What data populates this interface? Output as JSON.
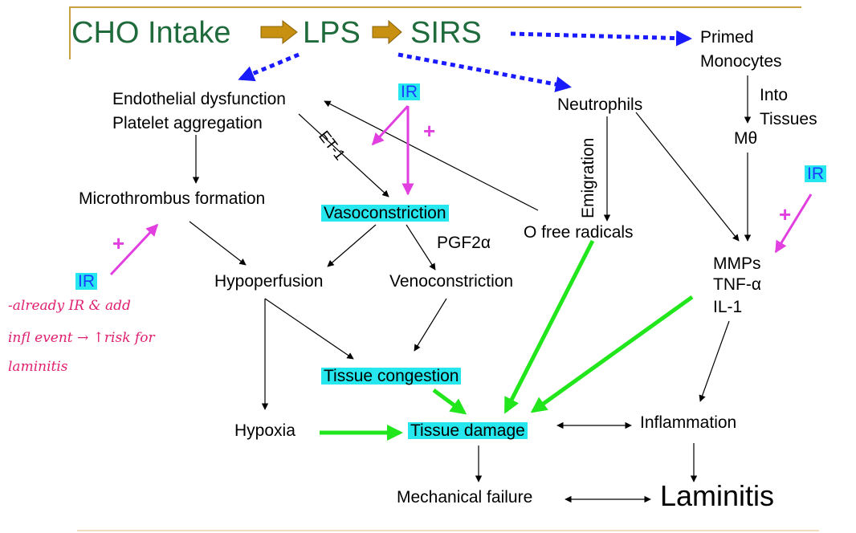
{
  "title_flow": {
    "cho_intake": "CHO Intake",
    "lps": "LPS",
    "sirs": "SIRS"
  },
  "nodes": {
    "primed_monocytes_1": "Primed",
    "primed_monocytes_2": "Monocytes",
    "into_tissues_1": "Into",
    "into_tissues_2": "Tissues",
    "macrophage": "Mθ",
    "endothelial": "Endothelial dysfunction",
    "platelet": "Platelet aggregation",
    "ir_top": "IR",
    "plus_top": "+",
    "et1": "ET-1",
    "neutrophils": "Neutrophils",
    "emigration": "Emigration",
    "ir_right": "IR",
    "plus_right": "+",
    "microthrombus": "Microthrombus formation",
    "vasoconstriction": "Vasoconstriction",
    "o_free_radicals": "O free radicals",
    "pgf2a": "PGF2α",
    "ir_left": "IR",
    "plus_left": "+",
    "mmps": "MMPs",
    "tnf": "TNF-α",
    "il1": "IL-1",
    "hypoperfusion": "Hypoperfusion",
    "venoconstriction": "Venoconstriction",
    "tissue_congestion": "Tissue congestion",
    "hypoxia": "Hypoxia",
    "tissue_damage": "Tissue damage",
    "inflammation": "Inflammation",
    "mechanical_failure": "Mechanical failure",
    "laminitis": "Laminitis"
  },
  "handwritten_note": [
    "-already IR & add",
    "infl event → ↑risk for",
    "laminitis"
  ],
  "colors": {
    "title_green": "#1f6b3c",
    "title_arrow": "#c89010",
    "highlight": "#26e6ee",
    "ir_blue": "#1a3cff",
    "magenta": "#e23fe0",
    "green_arrow": "#22e61c",
    "blue_dotted": "#1a1aff",
    "gold_rule": "#c8a040",
    "footer_rule": "#f4dcc0"
  }
}
